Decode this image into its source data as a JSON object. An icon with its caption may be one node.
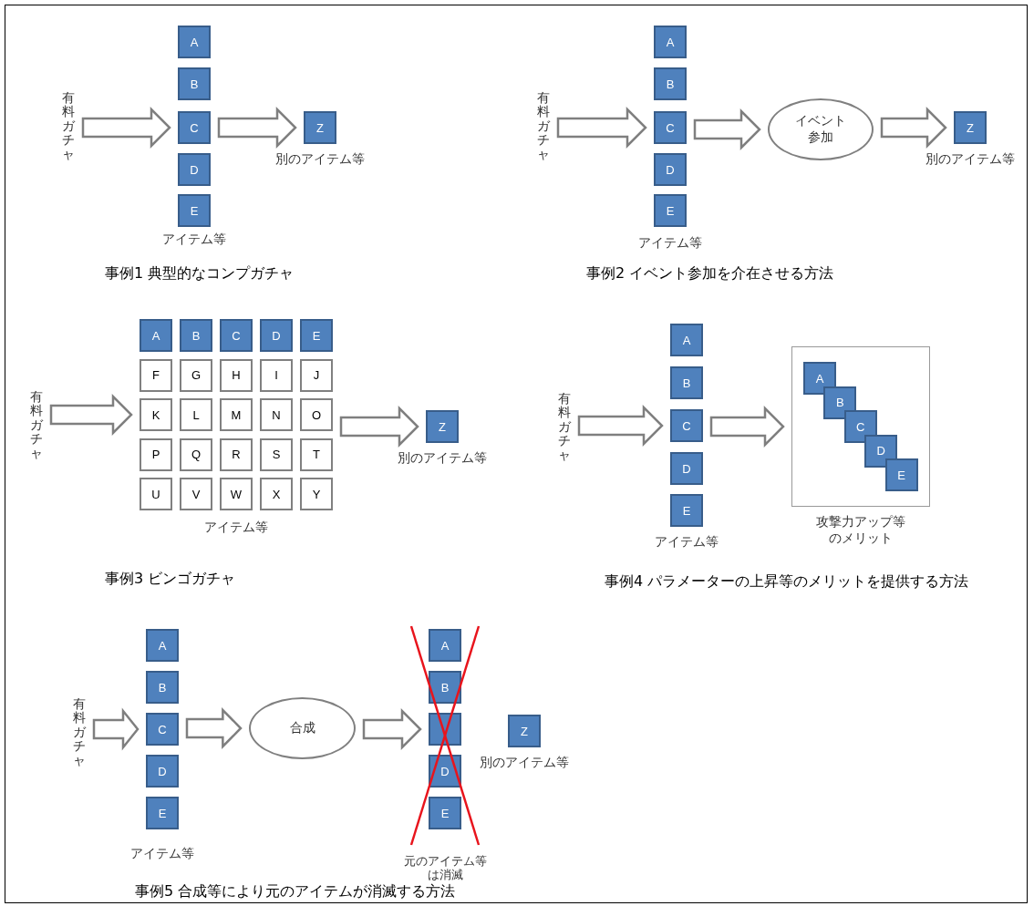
{
  "diagram": {
    "nodes": [
      {
        "text": [
          "有料ガチャ"
        ]
      },
      {
        "text": [
          "A"
        ]
      },
      {
        "text": [
          "B"
        ]
      },
      {
        "text": [
          "C"
        ]
      },
      {
        "text": [
          "D"
        ]
      },
      {
        "text": [
          "E"
        ],
        "beside": [
          "アイテム等"
        ]
      },
      {
        "text": [
          "Z"
        ],
        "beside": [
          "別のアイテム等"
        ]
      },
      {
        "text": [
          "有料ガチャ"
        ]
      },
      {
        "text": [
          "A"
        ]
      },
      {
        "text": [
          "B"
        ]
      },
      {
        "text": [
          "C"
        ]
      },
      {
        "text": [
          "D"
        ]
      },
      {
        "text": [
          "E"
        ],
        "beside": [
          "アイテム等"
        ]
      },
      {
        "text": [
          "イベント参加"
        ]
      },
      {
        "text": [
          "Z"
        ],
        "beside": [
          "別のアイテム等"
        ]
      },
      {
        "text": [
          "有料ガチャ"
        ]
      },
      {
        "text": [
          "A"
        ]
      },
      {
        "text": [
          "B"
        ]
      },
      {
        "text": [
          "C"
        ]
      },
      {
        "text": [
          "D"
        ]
      },
      {
        "text": [
          "E"
        ]
      },
      {
        "text": [
          "F"
        ]
      },
      {
        "text": [
          "G"
        ]
      },
      {
        "text": [
          "H"
        ]
      },
      {
        "text": [
          "I"
        ]
      },
      {
        "text": [
          "J"
        ]
      },
      {
        "text": [
          "K"
        ]
      },
      {
        "text": [
          "L"
        ]
      },
      {
        "text": [
          "M"
        ]
      },
      {
        "text": [
          "N"
        ]
      },
      {
        "text": [
          "O"
        ]
      },
      {
        "text": [
          "P"
        ]
      },
      {
        "text": [
          "Q"
        ]
      },
      {
        "text": [
          "R"
        ]
      },
      {
        "text": [
          "S"
        ]
      },
      {
        "text": [
          "T"
        ]
      },
      {
        "text": [
          "U"
        ]
      },
      {
        "text": [
          "V"
        ]
      },
      {
        "text": [
          "W"
        ],
        "beside": [
          "アイテム等"
        ]
      },
      {
        "text": [
          "X"
        ]
      },
      {
        "text": [
          "Y"
        ]
      },
      {
        "text": [
          "Z"
        ],
        "beside": [
          "別のアイテム等"
        ]
      },
      {
        "text": [
          "有料ガチャ"
        ]
      },
      {
        "text": [
          "A"
        ]
      },
      {
        "text": [
          "B"
        ]
      },
      {
        "text": [
          "C"
        ]
      },
      {
        "text": [
          "D"
        ]
      },
      {
        "text": [
          "E"
        ],
        "beside": [
          "アイテム等"
        ]
      },
      {
        "text": [
          "攻撃力アップ等のメリット"
        ]
      },
      {
        "text": [
          "A"
        ],
        "in": 48
      },
      {
        "text": [
          "B"
        ],
        "in": 48
      },
      {
        "text": [
          "C"
        ],
        "in": 48
      },
      {
        "text": [
          "D"
        ],
        "in": 48
      },
      {
        "text": [
          "E"
        ],
        "in": 48
      },
      {
        "text": [
          "有料ガチャ"
        ]
      },
      {
        "text": [
          "A"
        ]
      },
      {
        "text": [
          "B"
        ]
      },
      {
        "text": [
          "C"
        ]
      },
      {
        "text": [
          "D"
        ]
      },
      {
        "text": [
          "E"
        ],
        "beside": [
          "アイテム等"
        ]
      },
      {
        "text": [
          "合成"
        ]
      },
      {
        "text": [
          "A"
        ]
      },
      {
        "text": [
          "B"
        ]
      },
      {
        "text": [],
        "shape": "box"
      },
      {
        "text": [
          "D"
        ]
      },
      {
        "text": [
          "E"
        ],
        "beside": [
          "元のアイテム等は消滅"
        ]
      },
      {
        "text": [
          "Z"
        ],
        "beside": [
          "別のアイテム等"
        ]
      }
    ],
    "edges": [
      {
        "from": 0,
        "to": 3,
        "arrow": "to"
      },
      {
        "from": 3,
        "to": 6,
        "arrow": "to"
      },
      {
        "from": 7,
        "to": 10,
        "arrow": "to"
      },
      {
        "from": 10,
        "to": 13,
        "arrow": "to"
      },
      {
        "from": 13,
        "to": 14,
        "arrow": "to"
      },
      {
        "from": 15,
        "to": 26,
        "arrow": "to"
      },
      {
        "from": 30,
        "to": 41,
        "arrow": "to"
      },
      {
        "from": 42,
        "to": 45,
        "arrow": "to"
      },
      {
        "from": 45,
        "to": 48,
        "arrow": "to"
      },
      {
        "from": 54,
        "to": 57,
        "arrow": "to"
      },
      {
        "from": 57,
        "to": 60,
        "arrow": "to"
      },
      {
        "from": 60,
        "to": 63,
        "arrow": "to"
      }
    ],
    "labels": [
      "事例1 典型的なコンプガチャ",
      "事例2 イベント参加を介在させる方法",
      "事例3 ビンゴガチャ",
      "事例4 パラメーターの上昇等のメリットを提供する方法",
      "事例5 合成等により元のアイテムが消滅する方法"
    ]
  }
}
